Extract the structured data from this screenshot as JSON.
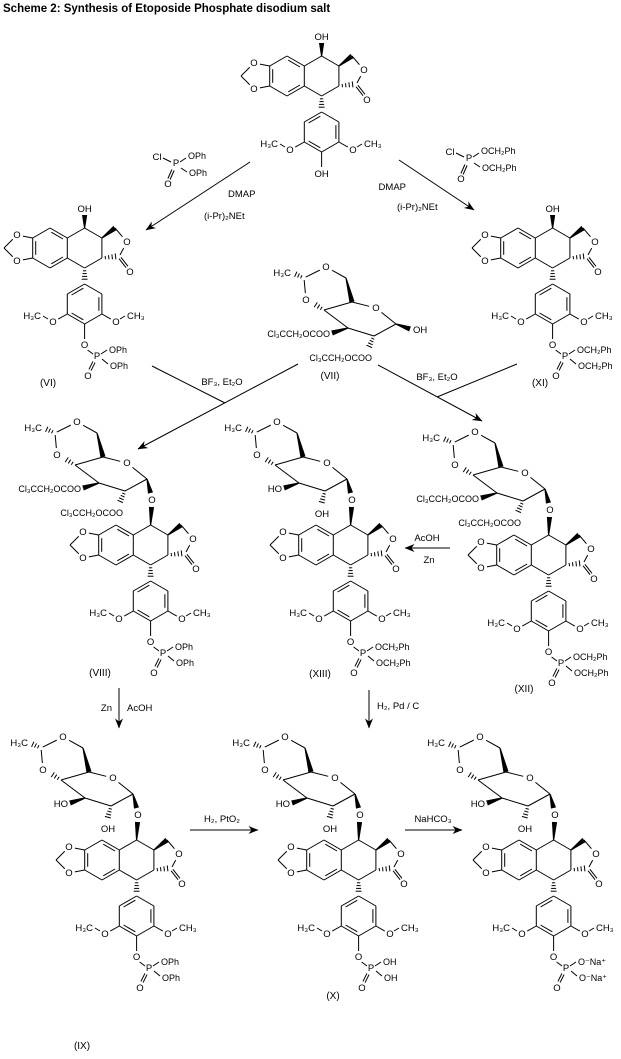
{
  "title": "Scheme 2: Synthesis of Etoposide Phosphate disodium salt",
  "atom_labels": {
    "o": "O",
    "oh": "OH",
    "ho": "HO",
    "p": "P",
    "cl": "Cl",
    "h3c": "H₃C",
    "ch3": "CH₃",
    "troc": "Cl₃CCH₂OCOO"
  },
  "ester_labels": {
    "phenyl": "OPh",
    "benzyl": "OCH₂Ph",
    "acid": "OH",
    "sodium": "O⁻Na⁺"
  },
  "reagents": {
    "dmap": "DMAP",
    "base": "(i-Pr)₂NEt",
    "bf3": "BF₃, Et₂O",
    "acoh": "AcOH",
    "zn": "Zn",
    "h2pd": "H₂, Pd / C",
    "h2pt": "H₂, PtO₂",
    "nahco3": "NaHCO₃"
  },
  "compounds": [
    {
      "id": "start",
      "number": "",
      "kind": "aglycone",
      "top": "OH",
      "bottom": "OH"
    },
    {
      "id": "VI",
      "number": "(VI)",
      "kind": "aglycone",
      "top": "OH",
      "bottom": "phosphate",
      "ester_label": "OPh"
    },
    {
      "id": "XI",
      "number": "(XI)",
      "kind": "aglycone",
      "top": "OH",
      "bottom": "phosphate",
      "ester_label": "OCH₂Ph"
    },
    {
      "id": "VII",
      "number": "(VII)",
      "kind": "sugar",
      "sugar_subs": "troc",
      "anomeric": "OH"
    },
    {
      "id": "VIII",
      "number": "(VIII)",
      "kind": "glycoside",
      "sugar_subs": "troc",
      "bottom": "phosphate",
      "ester_label": "OPh"
    },
    {
      "id": "XIII",
      "number": "(XIII)",
      "kind": "glycoside",
      "sugar_subs": "oh",
      "bottom": "phosphate",
      "ester_label": "OCH₂Ph"
    },
    {
      "id": "XII",
      "number": "(XII)",
      "kind": "glycoside",
      "sugar_subs": "troc",
      "bottom": "phosphate",
      "ester_label": "OCH₂Ph"
    },
    {
      "id": "IX",
      "number": "(IX)",
      "kind": "glycoside",
      "sugar_subs": "oh",
      "bottom": "phosphate",
      "ester_label": "OPh"
    },
    {
      "id": "X",
      "number": "(X)",
      "kind": "glycoside",
      "sugar_subs": "oh",
      "bottom": "phosphate",
      "ester_label": "OH"
    },
    {
      "id": "salt",
      "number": "",
      "kind": "glycoside",
      "sugar_subs": "oh",
      "bottom": "phosphate",
      "ester_label": "O⁻Na⁺"
    }
  ],
  "steps": [
    {
      "id": "chlorophosphate-left",
      "reagent_lines": [
        "DMAP",
        "(i-Pr)₂NEt"
      ],
      "reagent_structure_ester": "OPh"
    },
    {
      "id": "chlorophosphate-right",
      "reagent_lines": [
        "DMAP",
        "(i-Pr)₂NEt"
      ],
      "reagent_structure_ester": "OCH₂Ph"
    },
    {
      "id": "glycosylation-left",
      "reagent_lines": [
        "BF₃, Et₂O"
      ]
    },
    {
      "id": "glycosylation-right",
      "reagent_lines": [
        "BF₃, Et₂O"
      ]
    },
    {
      "id": "xii-to-xiii",
      "reagent_lines": [
        "AcOH",
        "Zn"
      ]
    },
    {
      "id": "viii-to-ix",
      "reagent_lines": [
        "Zn",
        "AcOH"
      ]
    },
    {
      "id": "xiii-to-x",
      "reagent_lines": [
        "H₂, Pd / C"
      ]
    },
    {
      "id": "ix-to-x",
      "reagent_lines": [
        "H₂, PtO₂"
      ]
    },
    {
      "id": "x-to-salt",
      "reagent_lines": [
        "NaHCO₃"
      ]
    }
  ]
}
